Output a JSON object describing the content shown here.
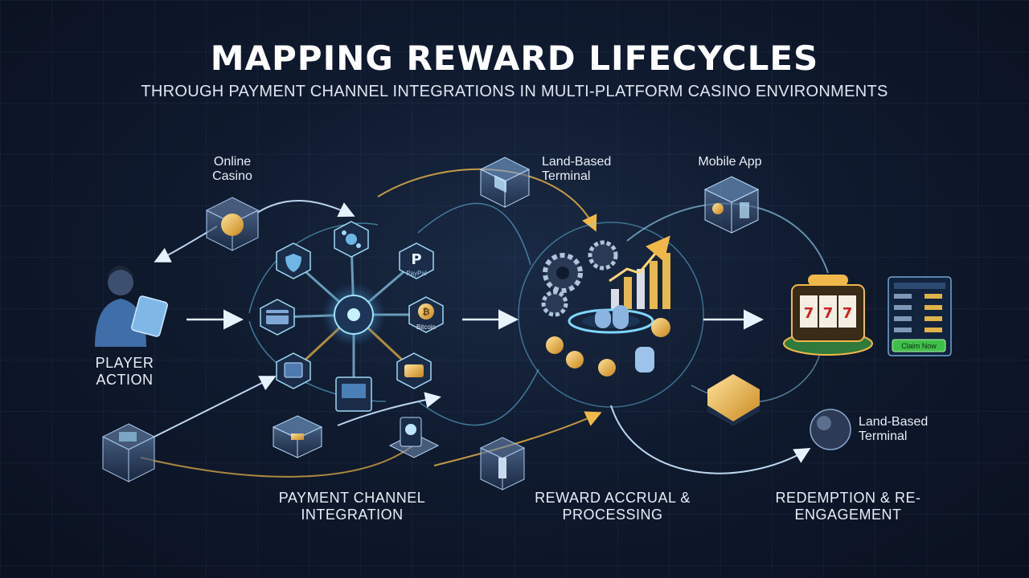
{
  "header": {
    "title": "MAPPING REWARD LIFECYCLES",
    "subtitle": "THROUGH PAYMENT CHANNEL INTEGRATIONS IN MULTI-PLATFORM CASINO ENVIRONMENTS"
  },
  "nodes": {
    "online_casino": "Online Casino",
    "land_based_top": "Land-Based Terminal",
    "mobile_app": "Mobile App",
    "land_based_bottom": "Land-Based Terminal"
  },
  "stages": {
    "player_action": "PLAYER ACTION",
    "payment_channel": "PAYMENT CHANNEL INTEGRATION",
    "reward_accrual": "REWARD ACCRUAL & PROCESSING",
    "redemption": "REDEMPTION & RE-ENGAGEMENT"
  },
  "payment_methods": {
    "paypal": "PayPal",
    "bitcoin": "Bitcoin"
  },
  "redemption_panel": {
    "claim_button": "Claim Now"
  },
  "colors": {
    "background": "#0f1a2e",
    "cyan_accent": "#6fd3ff",
    "gold_accent": "#f0b84a",
    "green_button": "#3fbf4a"
  }
}
